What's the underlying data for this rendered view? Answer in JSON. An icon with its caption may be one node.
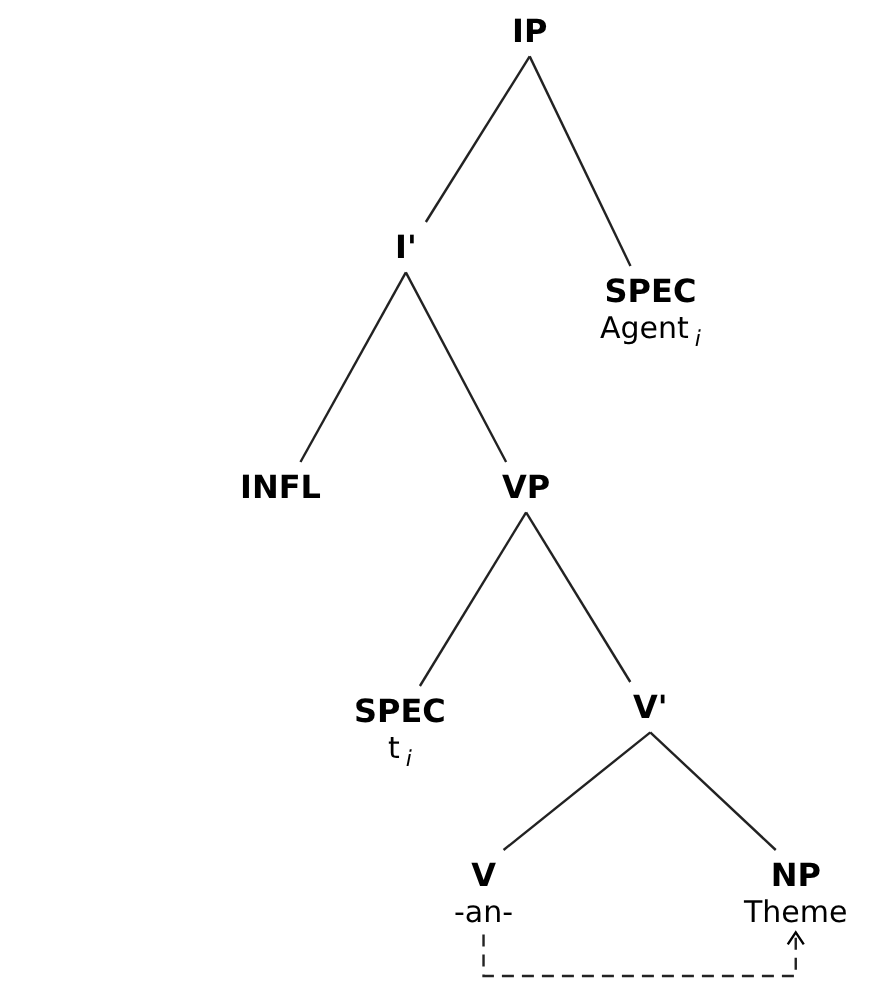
{
  "diagram": {
    "nodes": [
      {
        "text": [
          "IP"
        ]
      },
      {
        "text": [
          "I'"
        ]
      },
      {
        "text": [
          "SPEC",
          "Agent$_{i}$"
        ]
      },
      {
        "text": [
          "INFL"
        ]
      },
      {
        "text": [
          "VP"
        ]
      },
      {
        "text": [
          "SPEC",
          "t$_{i}$"
        ]
      },
      {
        "text": [
          "V'"
        ]
      },
      {
        "text": [
          "V",
          "-an-"
        ]
      },
      {
        "text": [
          "NP",
          "Theme"
        ]
      }
    ],
    "edges": [
      {
        "from": 0,
        "to": 1,
        "arrow": "none"
      },
      {
        "from": 0,
        "to": 2,
        "arrow": "none"
      },
      {
        "from": 1,
        "to": 3,
        "arrow": "none"
      },
      {
        "from": 1,
        "to": 4,
        "arrow": "none"
      },
      {
        "from": 4,
        "to": 5,
        "arrow": "none"
      },
      {
        "from": 4,
        "to": 6,
        "arrow": "none"
      },
      {
        "from": 6,
        "to": 7,
        "arrow": "none"
      },
      {
        "from": 6,
        "to": 8,
        "arrow": "none"
      },
      {
        "from": 7,
        "to": 8,
        "arrow": "to",
        "style": "dashed"
      }
    ]
  }
}
